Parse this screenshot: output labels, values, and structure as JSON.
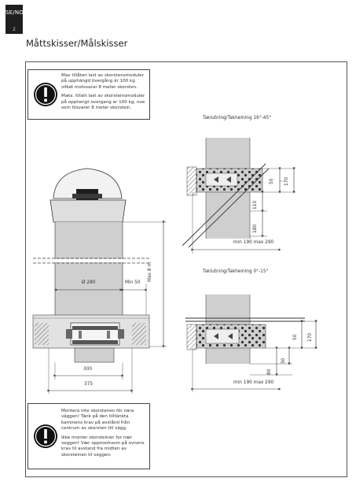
{
  "header": {
    "lang_code": "SE/NO",
    "page_number": "2",
    "title": "Måttskisser/Målskisser"
  },
  "warnings": {
    "top": {
      "icon": "exclamation-icon",
      "swedish": "Max tillåten last av skorstensmoduler på upphängd övergång är 100 kg vilket motsvarar 8 meter skorsten.",
      "norwegian": "Maks. tillatt last av skorsteinsmoduler på opphengt overgang er 100 kg, noe som tilsvarer 8 meter skorstein."
    },
    "bottom": {
      "icon": "exclamation-icon",
      "swedish": "Montera inte skorstenen för nära väggen! Tänk på den tilltänkta kaminens krav på avstånd från centrum av skorsten till vägg.",
      "norwegian": "Ikke monter skorsteinen for nær veggen! Vær oppmerksom på ovnens krav til avstand fra midten av skorsteinen til veggen."
    }
  },
  "diagram_left": {
    "diameter": "Ø 280",
    "min_distance": "Min 50",
    "max_height": "Max 8 m",
    "width_inner": "300",
    "width_outer": "375"
  },
  "diagram_top_right": {
    "caption": "Taklutning/Takhelning 16°-45°",
    "dim_50": "50",
    "dim_170": "170",
    "dim_110": "110",
    "dim_180": "180",
    "range": "min 190 max 290"
  },
  "diagram_bottom_right": {
    "caption": "Taklutning/Takhelning  0°-15°",
    "dim_50": "50",
    "dim_170": "170",
    "dim_80": "80",
    "dim_30": "30",
    "range": "min 190 max 290"
  }
}
